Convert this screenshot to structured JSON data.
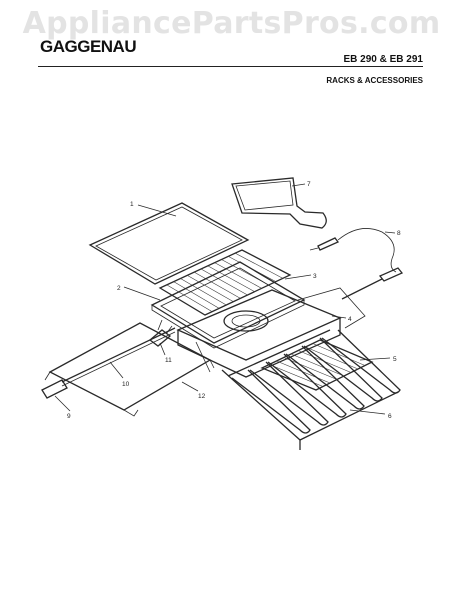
{
  "watermark": "AppliancePartsPros.com",
  "header": {
    "brand": "GAGGENAU",
    "model": "EB 290 & EB 291",
    "section": "RACKS & ACCESSORIES"
  },
  "callouts": [
    {
      "id": "1",
      "label": "1"
    },
    {
      "id": "2",
      "label": "2"
    },
    {
      "id": "3",
      "label": "3"
    },
    {
      "id": "4",
      "label": "4"
    },
    {
      "id": "5",
      "label": "5"
    },
    {
      "id": "6",
      "label": "6"
    },
    {
      "id": "7",
      "label": "7"
    },
    {
      "id": "8",
      "label": "8"
    },
    {
      "id": "9",
      "label": "9"
    },
    {
      "id": "10",
      "label": "10"
    },
    {
      "id": "11",
      "label": "11"
    },
    {
      "id": "12",
      "label": "12"
    }
  ]
}
